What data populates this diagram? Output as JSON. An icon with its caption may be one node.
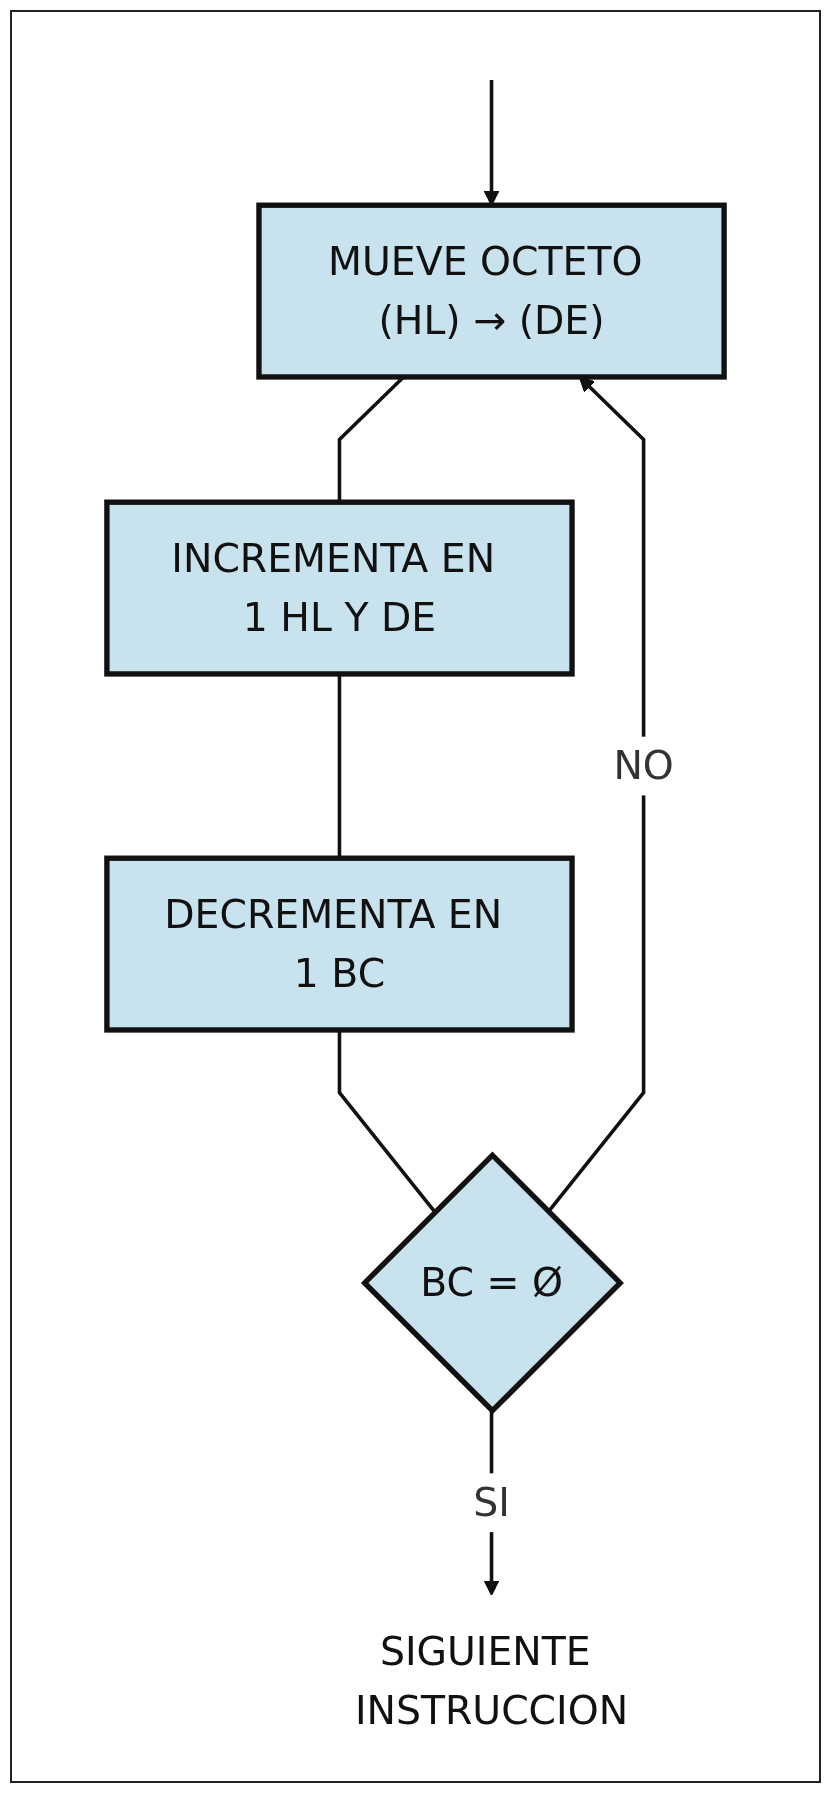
{
  "diagram": {
    "nodes": [
      {
        "text": [
          "MUEVE OCTETO (HL) → (DE)"
        ]
      },
      {
        "text": [
          "INCREMENTA EN 1 HL Y DE"
        ]
      },
      {
        "text": [
          "DECREMENTA EN 1 BC"
        ]
      },
      {
        "text": [
          "BC = Ø"
        ]
      },
      {
        "text": [
          "SIGUIENTE INSTRUCCION"
        ]
      }
    ],
    "edges": [
      {
        "from": null,
        "to": 0,
        "arrow": "to"
      },
      {
        "from": 0,
        "to": 1,
        "arrow": "none"
      },
      {
        "from": 1,
        "to": 2,
        "arrow": "none"
      },
      {
        "from": 2,
        "to": 3,
        "arrow": "none"
      },
      {
        "from": 3,
        "to": 0,
        "arrow": "to",
        "label": "NO"
      },
      {
        "from": 3,
        "to": 4,
        "arrow": "to",
        "label": "SI"
      }
    ]
  }
}
